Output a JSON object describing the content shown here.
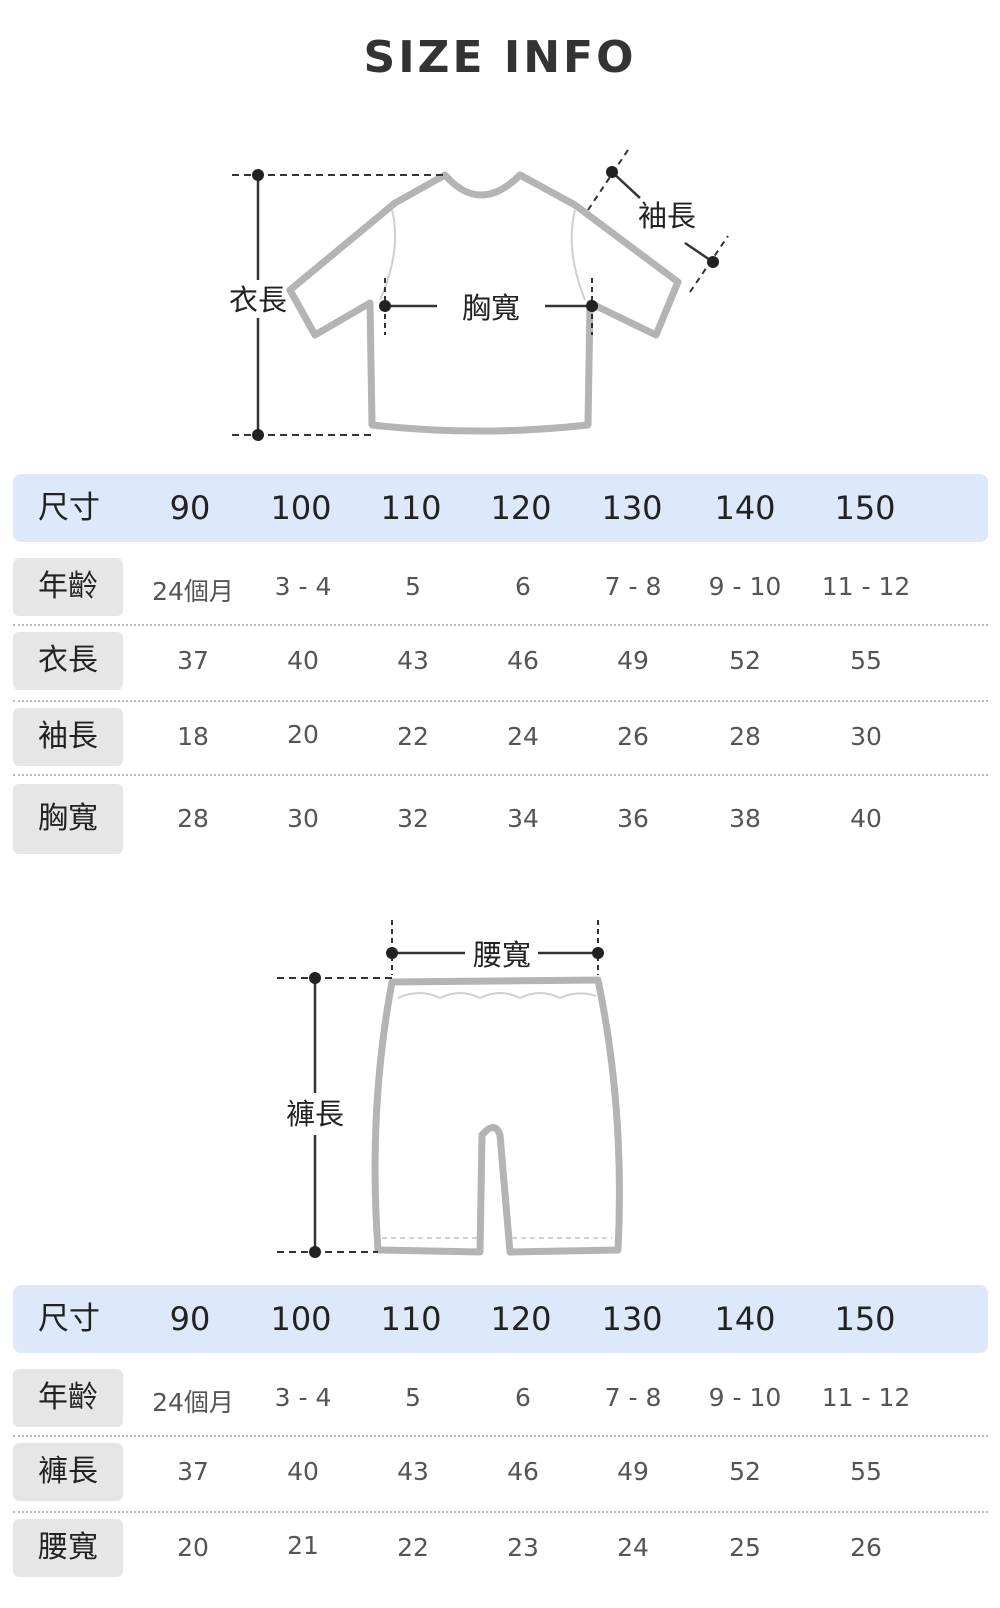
{
  "title": "SIZE INFO",
  "top_figure": {
    "length_label": "衣長",
    "chest_label": "胸寬",
    "sleeve_label": "袖長"
  },
  "top_table": {
    "header_label": "尺寸",
    "sizes": [
      "90",
      "100",
      "110",
      "120",
      "130",
      "140",
      "150"
    ],
    "rows": [
      {
        "label": "年齡",
        "values": [
          "24個月",
          "3 - 4",
          "5",
          "6",
          "7 - 8",
          "9 - 10",
          "11 - 12"
        ]
      },
      {
        "label": "衣長",
        "values": [
          "37",
          "40",
          "43",
          "46",
          "49",
          "52",
          "55"
        ]
      },
      {
        "label": "袖長",
        "values": [
          "18",
          "20",
          "22",
          "24",
          "26",
          "28",
          "30"
        ]
      },
      {
        "label": "胸寬",
        "values": [
          "28",
          "30",
          "32",
          "34",
          "36",
          "38",
          "40"
        ]
      }
    ]
  },
  "bottom_figure": {
    "waist_label": "腰寬",
    "length_label": "褲長"
  },
  "bottom_table": {
    "header_label": "尺寸",
    "sizes": [
      "90",
      "100",
      "110",
      "120",
      "130",
      "140",
      "150"
    ],
    "rows": [
      {
        "label": "年齡",
        "values": [
          "24個月",
          "3 - 4",
          "5",
          "6",
          "7 - 8",
          "9 - 10",
          "11 - 12"
        ]
      },
      {
        "label": "褲長",
        "values": [
          "37",
          "40",
          "43",
          "46",
          "49",
          "52",
          "55"
        ]
      },
      {
        "label": "腰寬",
        "values": [
          "20",
          "21",
          "22",
          "23",
          "24",
          "25",
          "26"
        ]
      }
    ]
  }
}
